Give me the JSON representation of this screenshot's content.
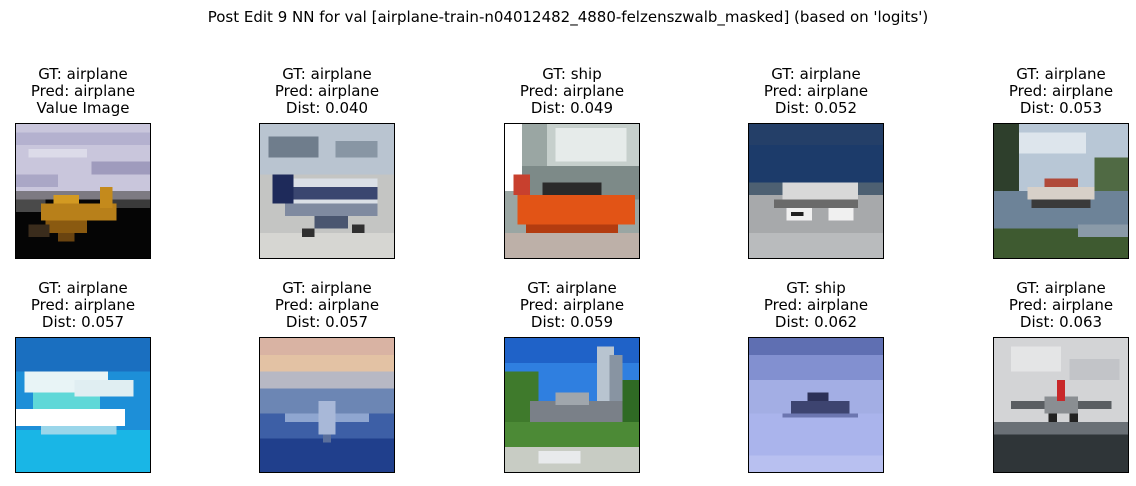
{
  "title": "Post Edit 9 NN for val [airplane-train-n04012482_4880-felzenszwalb_masked] (based on 'logits')",
  "panels": [
    {
      "gt": "GT: airplane",
      "pred": "Pred: airplane",
      "extra": "Value Image",
      "scene": "masked-airplane"
    },
    {
      "gt": "GT: airplane",
      "pred": "Pred: airplane",
      "extra": "Dist: 0.040",
      "scene": "airliner-on-tarmac"
    },
    {
      "gt": "GT: ship",
      "pred": "Pred: airplane",
      "extra": "Dist: 0.049",
      "scene": "orange-boat"
    },
    {
      "gt": "GT: airplane",
      "pred": "Pred: airplane",
      "extra": "Dist: 0.052",
      "scene": "seaplane-on-water"
    },
    {
      "gt": "GT: airplane",
      "pred": "Pred: airplane",
      "extra": "Dist: 0.053",
      "scene": "floatplane-lake"
    },
    {
      "gt": "GT: airplane",
      "pred": "Pred: airplane",
      "extra": "Dist: 0.057",
      "scene": "seaplane-turquoise"
    },
    {
      "gt": "GT: airplane",
      "pred": "Pred: airplane",
      "extra": "Dist: 0.057",
      "scene": "plane-sunset-sky"
    },
    {
      "gt": "GT: airplane",
      "pred": "Pred: airplane",
      "extra": "Dist: 0.059",
      "scene": "jet-tower"
    },
    {
      "gt": "GT: ship",
      "pred": "Pred: airplane",
      "extra": "Dist: 0.062",
      "scene": "boat-blue-water"
    },
    {
      "gt": "GT: airplane",
      "pred": "Pred: airplane",
      "extra": "Dist: 0.063",
      "scene": "plane-landing"
    }
  ]
}
